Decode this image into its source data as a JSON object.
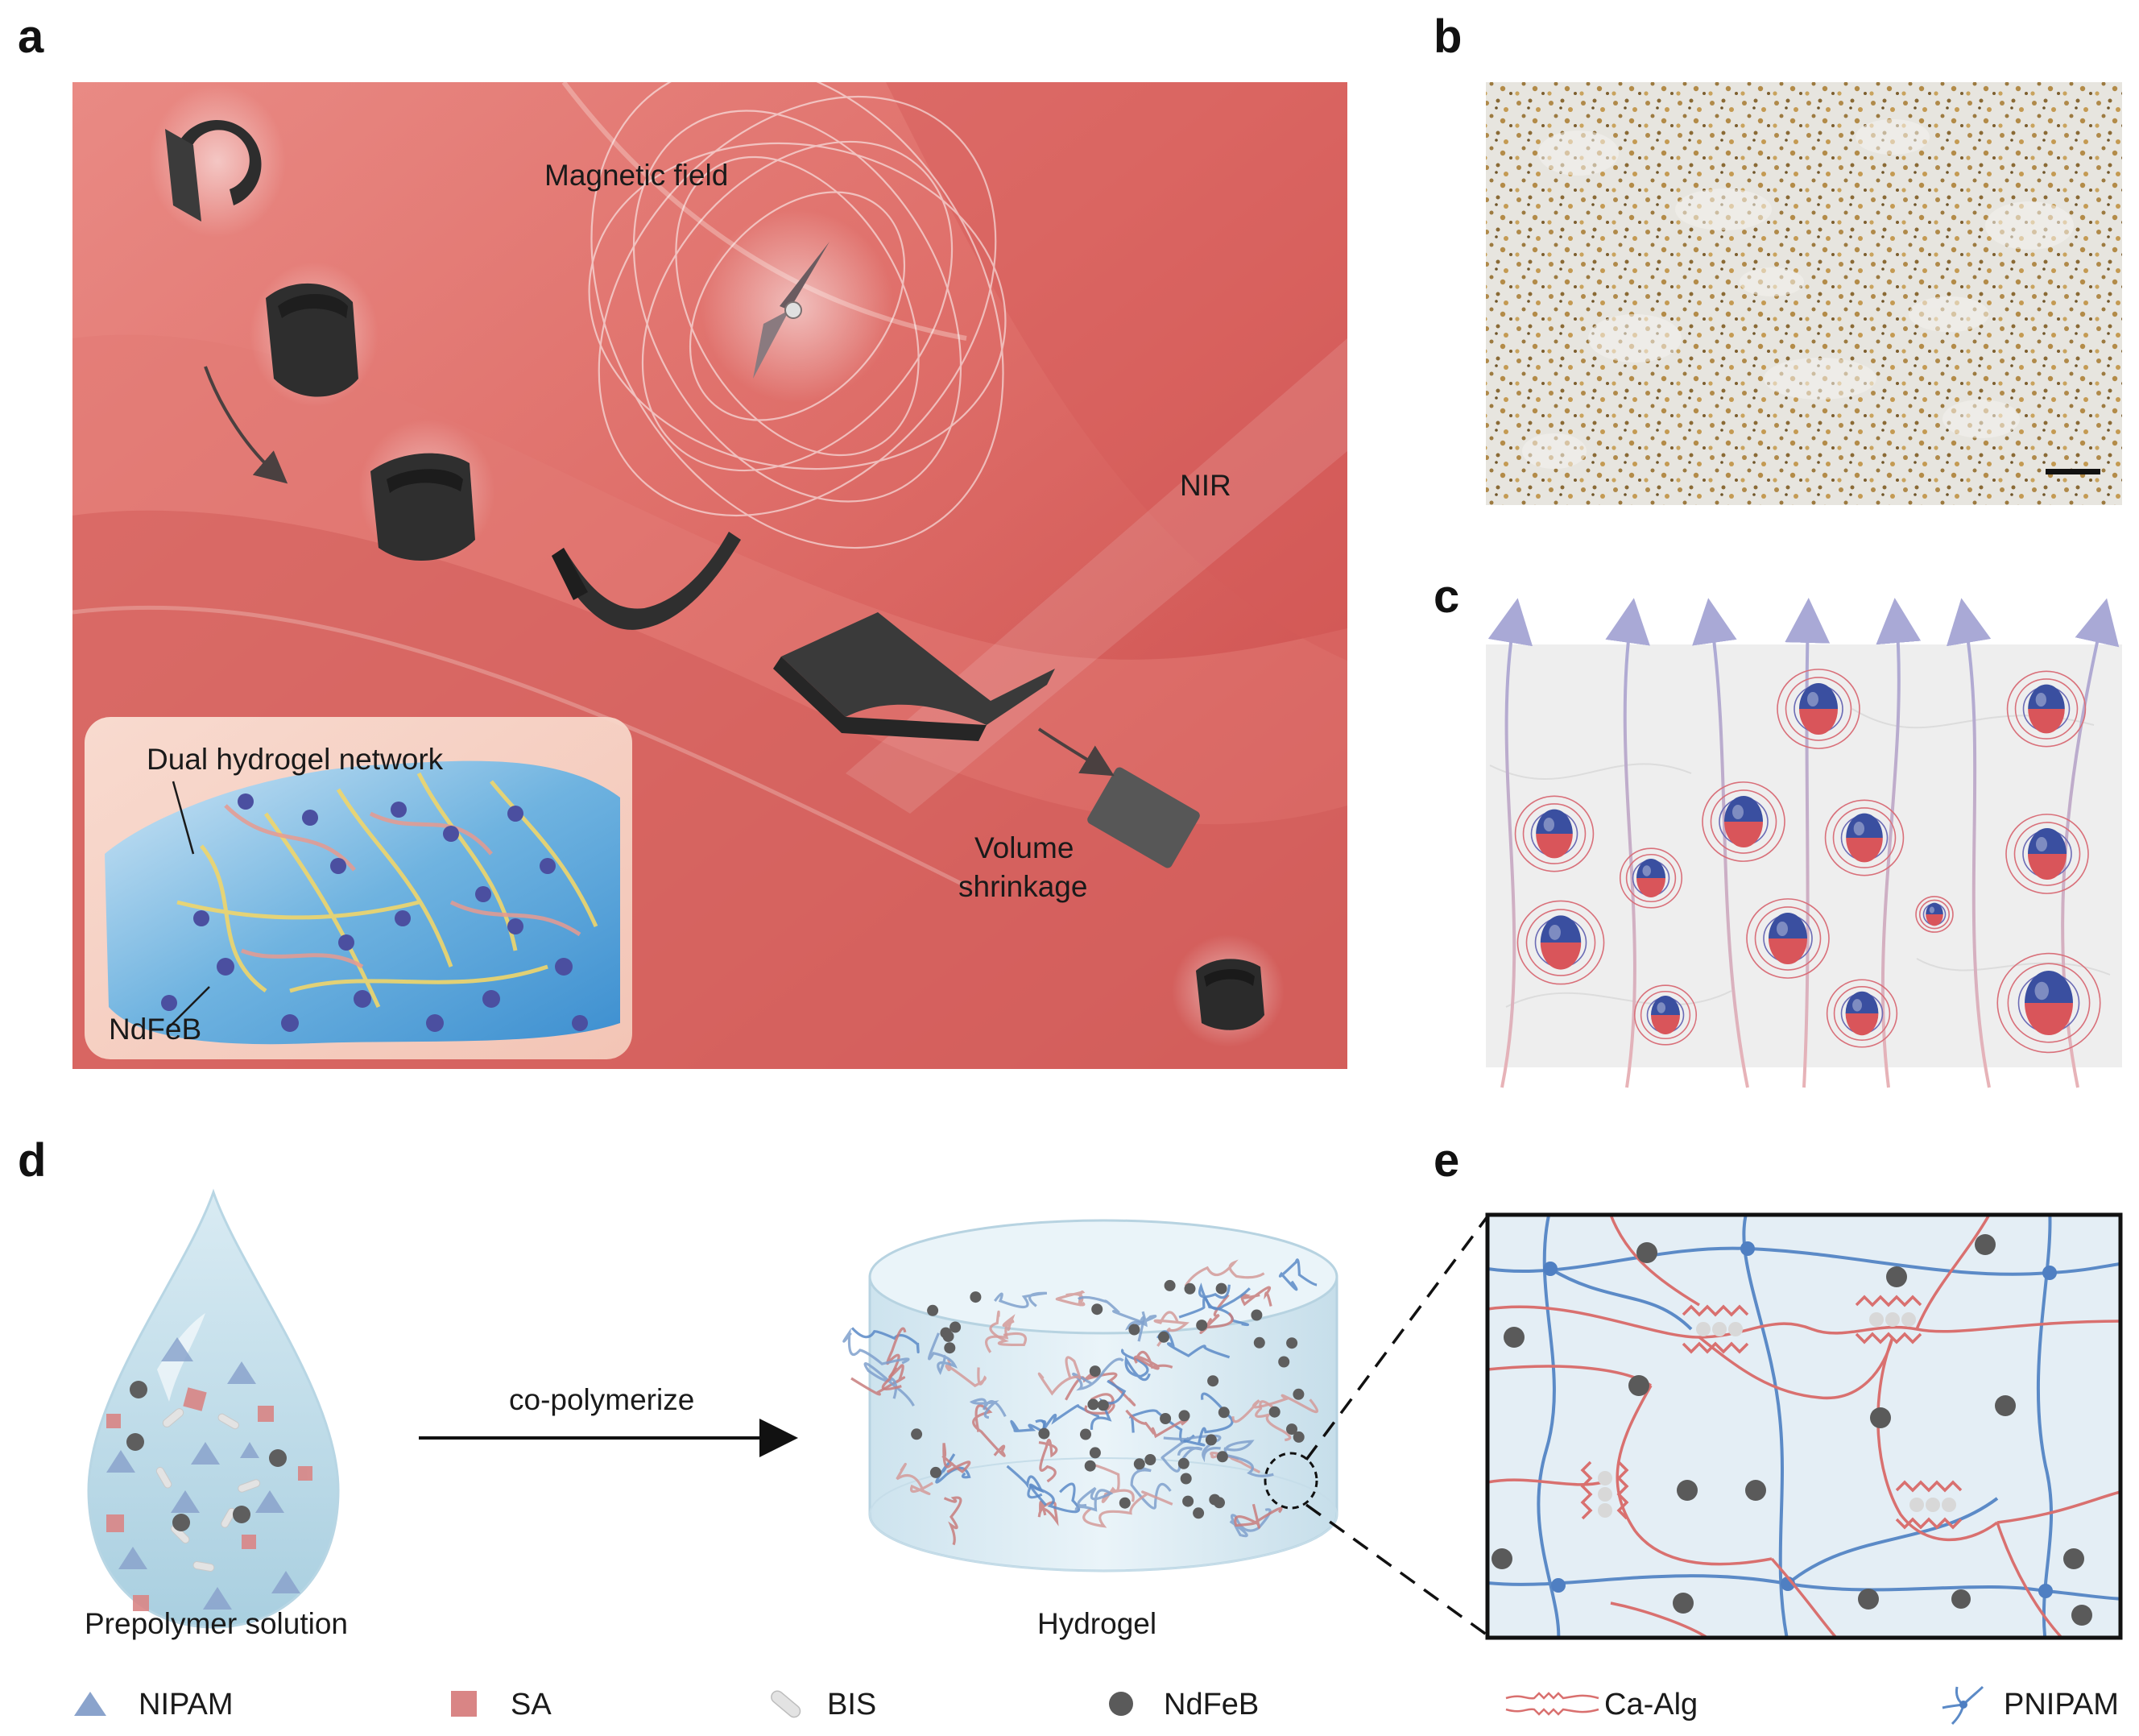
{
  "panels": {
    "a": {
      "letter": "a",
      "labels": {
        "magnetic_field": "Magnetic field",
        "nir": "NIR",
        "volume_shrinkage_1": "Volume",
        "volume_shrinkage_2": "shrinkage",
        "dual_network": "Dual hydrogel network",
        "ndfeb": "NdFeB"
      }
    },
    "b": {
      "letter": "b"
    },
    "c": {
      "letter": "c"
    },
    "d": {
      "letter": "d",
      "labels": {
        "prepolymer": "Prepolymer solution",
        "copolymerize": "co-polymerize",
        "hydrogel": "Hydrogel"
      }
    },
    "e": {
      "letter": "e"
    }
  },
  "legend": [
    {
      "name": "NIPAM",
      "icon": "triangle-icon",
      "color": "#8aa3cc"
    },
    {
      "name": "SA",
      "icon": "square-icon",
      "color": "#d98585"
    },
    {
      "name": "BIS",
      "icon": "capsule-icon",
      "color": "#d8d8d8"
    },
    {
      "name": "NdFeB",
      "icon": "sphere-icon",
      "color": "#5a5a5a"
    },
    {
      "name": "Ca-Alg",
      "icon": "wavy-chain-icon",
      "color": "#d9706f"
    },
    {
      "name": "PNIPAM",
      "icon": "branch-icon",
      "color": "#5b8ac7"
    }
  ],
  "colors": {
    "tissue": "#d9625f",
    "tissue_light": "#f2b9b3",
    "magnet_north": "#3a4fa0",
    "magnet_south": "#d9555a",
    "pnipam_chain": "#5b8ac7",
    "alg_chain": "#d9706f",
    "hydrogel_bg": "#e4eef5"
  }
}
